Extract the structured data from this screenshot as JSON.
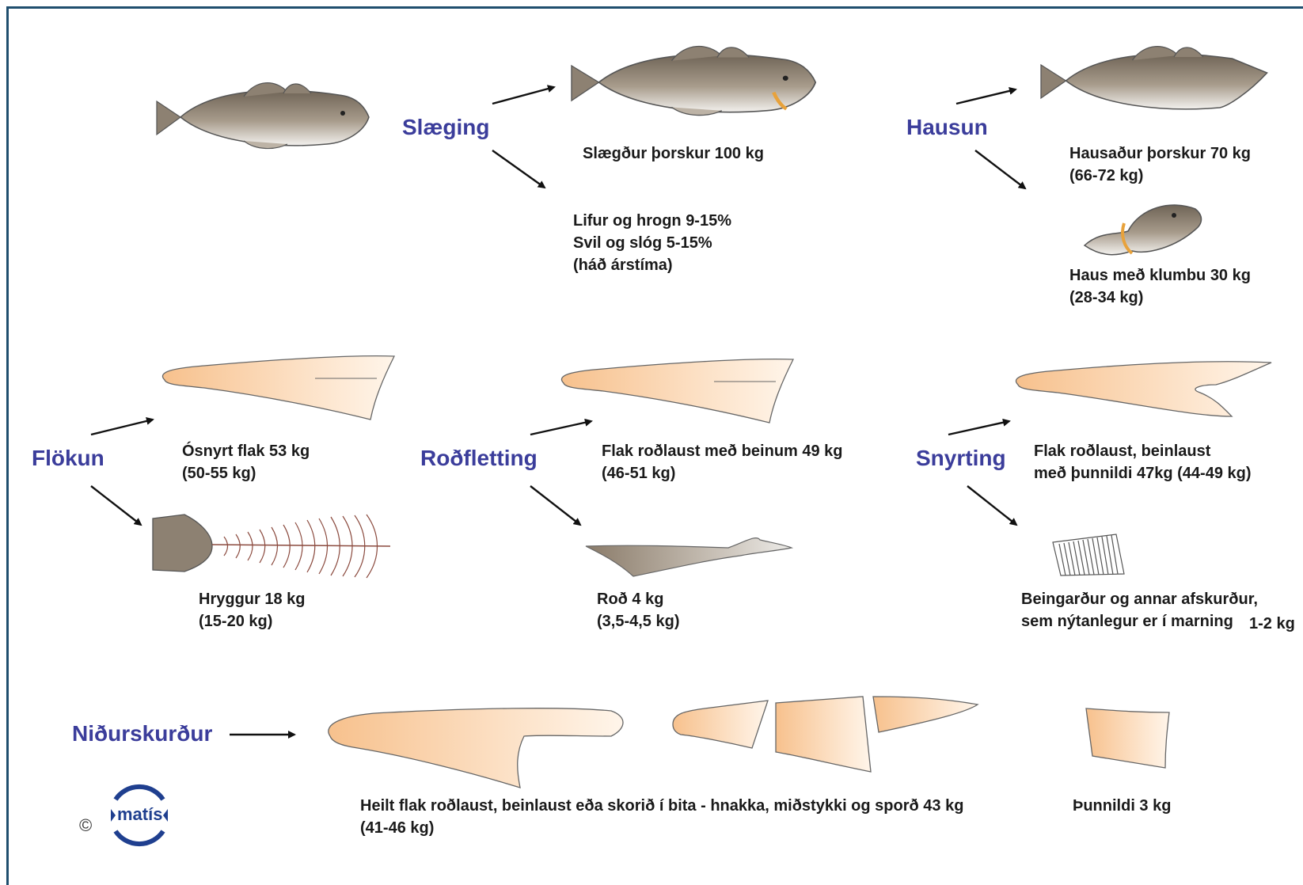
{
  "steps": {
    "slaeging": "Slæging",
    "hausun": "Hausun",
    "flokun": "Flökun",
    "rodfletting": "Roðfletting",
    "snyrting": "Snyrting",
    "nidurskurdur": "Niðurskurður"
  },
  "labels": {
    "slaegdur": [
      "Slægður þorskur 100 kg"
    ],
    "lifur": [
      "Lifur og hrogn 9-15%",
      "Svil og slóg 5-15%",
      "(háð árstíma)"
    ],
    "hausadur": [
      "Hausaður þorskur 70 kg",
      "(66-72 kg)"
    ],
    "haus": [
      "Haus með klumbu 30 kg",
      "(28-34 kg)"
    ],
    "osnyrt": [
      "Ósnyrt flak 53 kg",
      "(50-55 kg)"
    ],
    "hryggur": [
      "Hryggur 18 kg",
      "(15-20 kg)"
    ],
    "flak_med_beinum": [
      "Flak roðlaust með beinum 49 kg",
      "(46-51 kg)"
    ],
    "rod": [
      "Roð 4 kg",
      "(3,5-4,5 kg)"
    ],
    "flak_beinlaust": [
      "Flak roðlaust, beinlaust",
      "með þunnildi 47kg (44-49 kg)"
    ],
    "beingardur": [
      "Beingarður og annar afskurður,",
      "sem nýtanlegur er í marning"
    ],
    "beingardur_kg": "1-2 kg",
    "heilt_flak": [
      "Heilt flak roðlaust, beinlaust eða skorið í bita - hnakka, miðstykki og sporð 43 kg",
      "(41-46 kg)"
    ],
    "thunnildi": [
      "Þunnildi 3 kg"
    ]
  },
  "logo": {
    "text": "matís",
    "copyright": "©"
  },
  "colors": {
    "step": "#3b3d9b",
    "fish_dark": "#7d7264",
    "fillet": "#f8c99a",
    "border": "#1f4e6e"
  }
}
